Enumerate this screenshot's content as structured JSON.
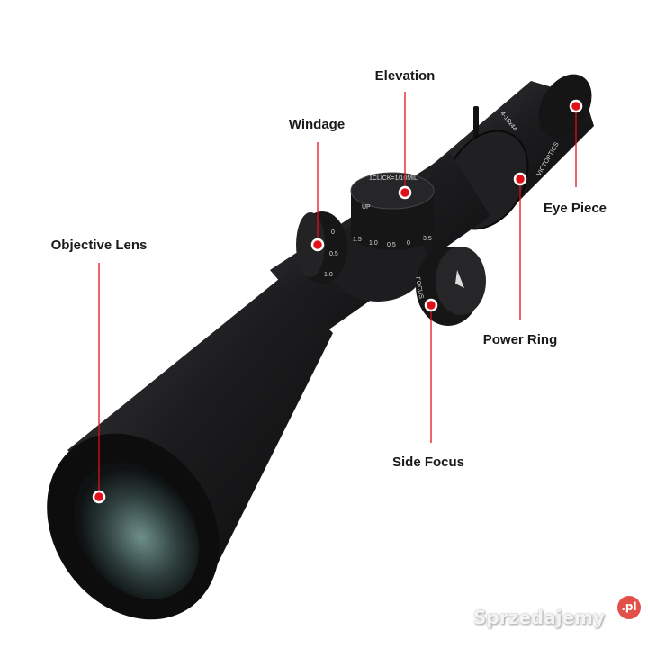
{
  "labels": {
    "elevation": "Elevation",
    "windage": "Windage",
    "objective_lens": "Objective Lens",
    "eye_piece": "Eye Piece",
    "power_ring": "Power Ring",
    "side_focus": "Side Focus"
  },
  "scope_markings": {
    "magnification": "4-16x44",
    "brand": "VICTOPTICS",
    "click_value": "1CLICK=1/10MIL",
    "up": "UP",
    "focus": "FOCUS",
    "elevation_ticks": [
      "1.5",
      "1.0",
      "0.5",
      "0",
      "3.5"
    ],
    "windage_ticks": [
      "0",
      "0.5",
      "1.0"
    ]
  },
  "watermark": {
    "text": "Sprzedajemy",
    "suffix": ".pl"
  },
  "colors": {
    "callout": "#e0101a",
    "body": "#1b1b1d",
    "background": "#ffffff"
  }
}
